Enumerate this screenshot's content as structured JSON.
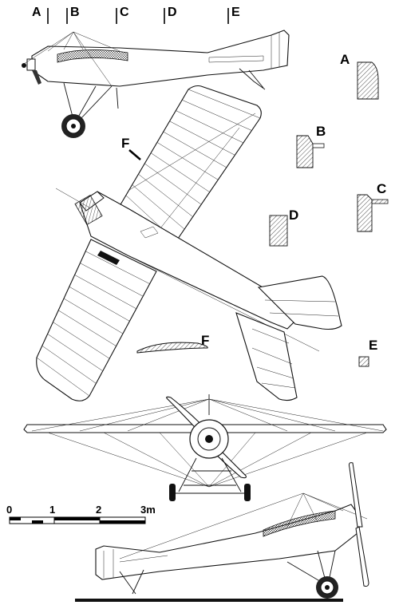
{
  "section_marks": {
    "A": "A",
    "B": "B",
    "C": "C",
    "D": "D",
    "E": "E",
    "F": "F"
  },
  "section_details": {
    "A": "A",
    "B": "B",
    "C": "C",
    "D": "D",
    "E": "E",
    "F": "F"
  },
  "scale_bar": {
    "ticks": [
      "0",
      "1",
      "2",
      "3m"
    ]
  }
}
